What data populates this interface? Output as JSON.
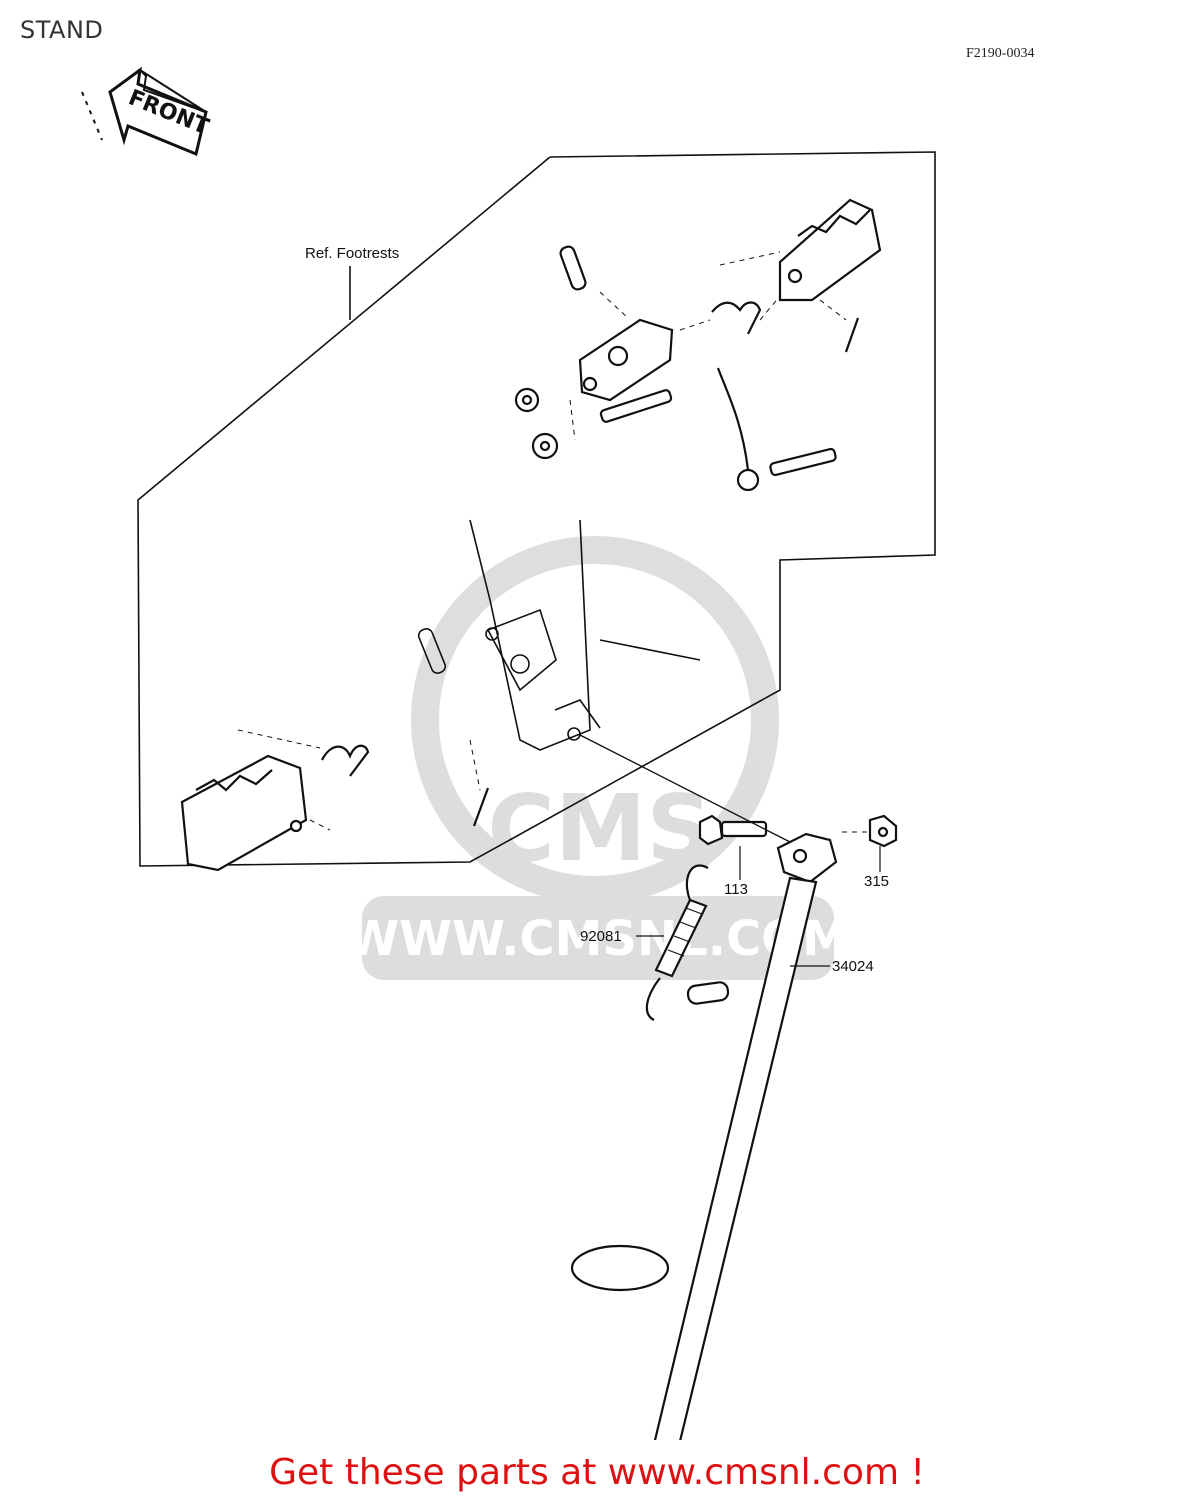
{
  "page": {
    "title": "STAND",
    "diagram_code": "F2190-0034"
  },
  "diagram": {
    "front_marker": "FRONT",
    "reference_label": "Ref. Footrests",
    "watermark": {
      "brand": "CMS",
      "url": "WWW.CMSNL.COM"
    },
    "callouts": [
      {
        "part_number": "113"
      },
      {
        "part_number": "315"
      },
      {
        "part_number": "92081"
      },
      {
        "part_number": "34024"
      }
    ]
  },
  "footer": {
    "cta_text": "Get these parts at www.cmsnl.com !"
  }
}
